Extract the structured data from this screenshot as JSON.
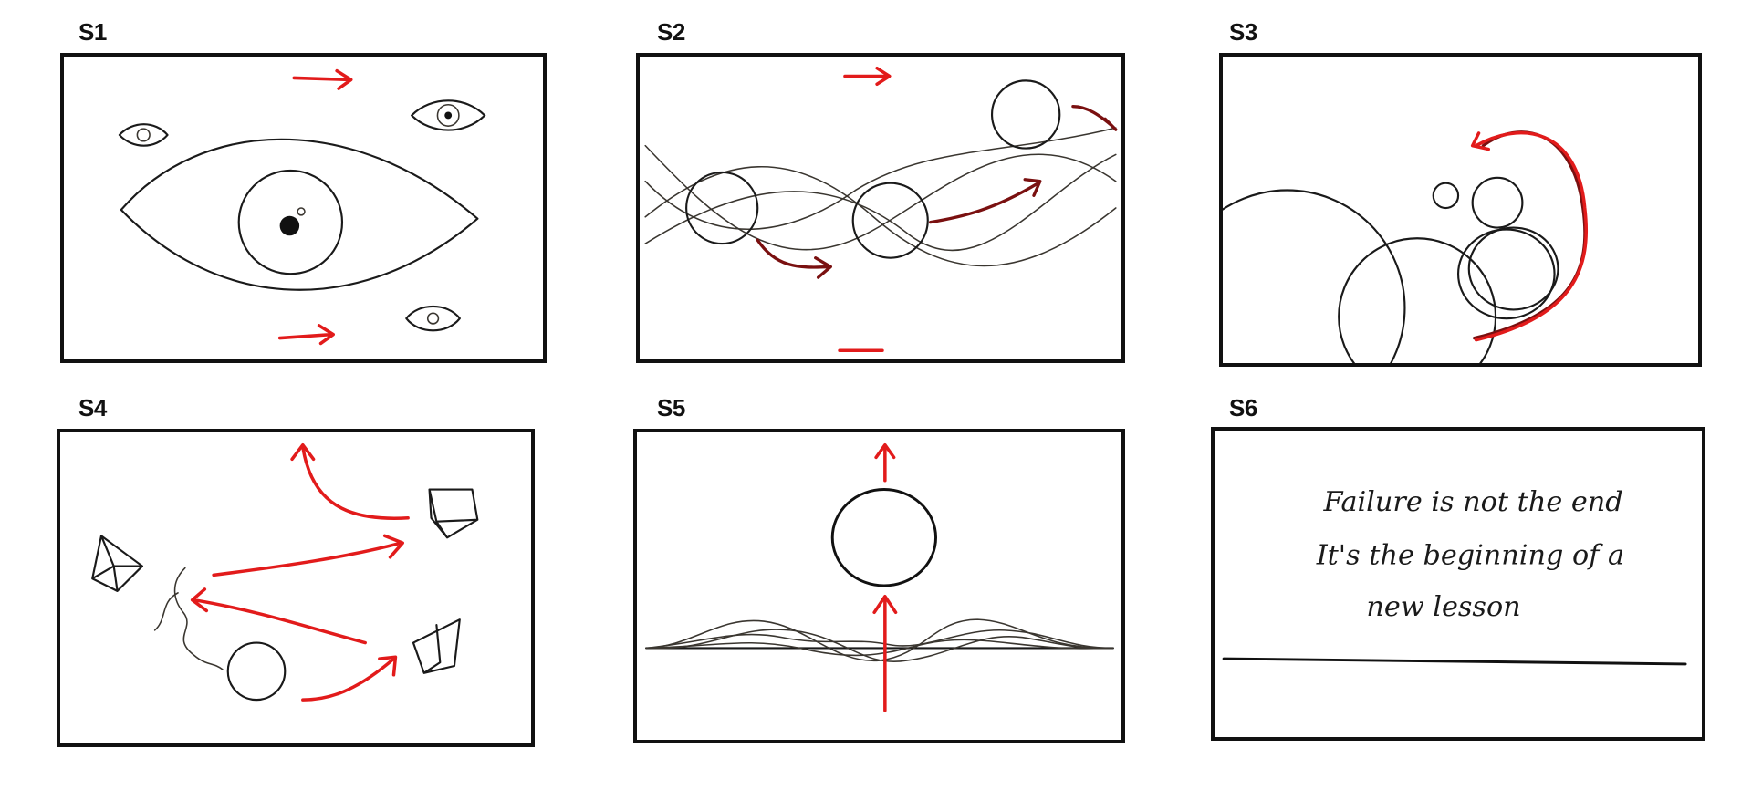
{
  "panels": [
    {
      "label": "S1"
    },
    {
      "label": "S2"
    },
    {
      "label": "S3"
    },
    {
      "label": "S4"
    },
    {
      "label": "S5"
    },
    {
      "label": "S6",
      "caption_lines": [
        "Failure is not the end",
        "It's the beginning of a",
        "new lesson"
      ]
    }
  ],
  "colors": {
    "ink": "#1a1a1a",
    "arrow": "#e21b1b",
    "dark_arrow": "#7a1010"
  }
}
